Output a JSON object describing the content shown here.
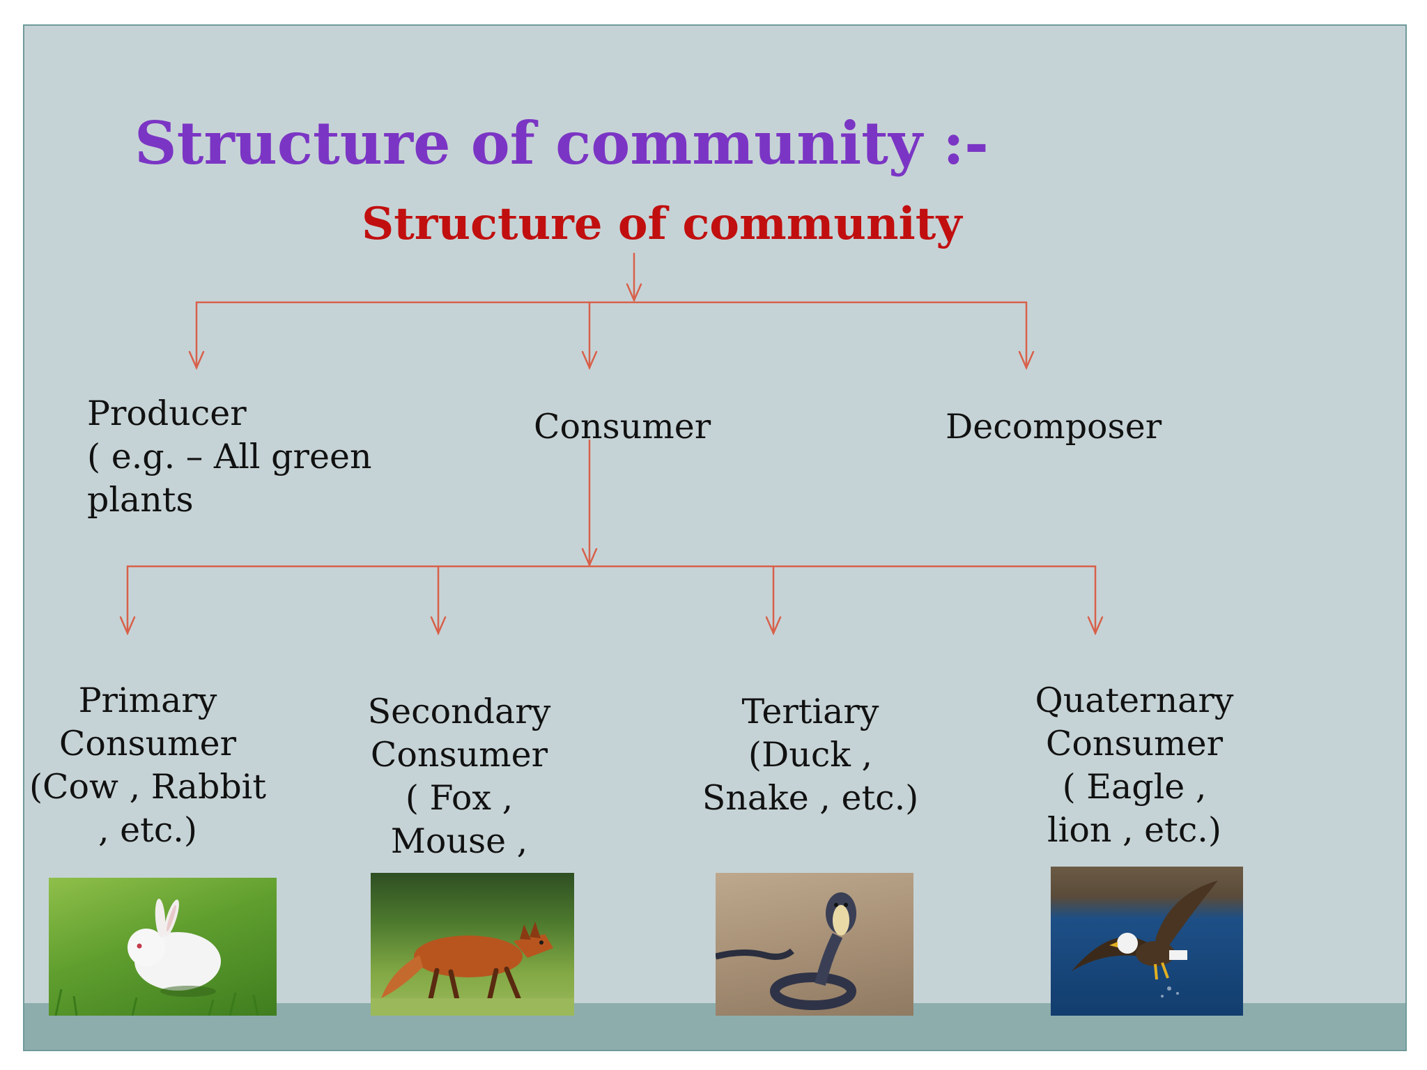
{
  "title": "Structure of community :-",
  "diagram": {
    "root": "Structure of community",
    "level1": {
      "producer": "Producer\n( e.g. – All green\nplants",
      "consumer": "Consumer",
      "decomposer": "Decomposer"
    },
    "consumer_types": {
      "primary": "Primary\nConsumer\n(Cow , Rabbit\n, etc.)",
      "secondary": "Secondary\nConsumer\n( Fox ,\nMouse ,\netc.)",
      "tertiary": "Tertiary\n(Duck ,\nSnake , etc.)",
      "quaternary": "Quaternary\nConsumer\n( Eagle ,\nlion , etc.)"
    }
  },
  "colors": {
    "title": "#7b35c4",
    "root": "#c10f0f",
    "connector": "#d8604a",
    "background": "#c6d3d6",
    "band": "#8dadad"
  },
  "images": [
    "rabbit-photo",
    "fox-photo",
    "snake-photo",
    "eagle-photo"
  ]
}
